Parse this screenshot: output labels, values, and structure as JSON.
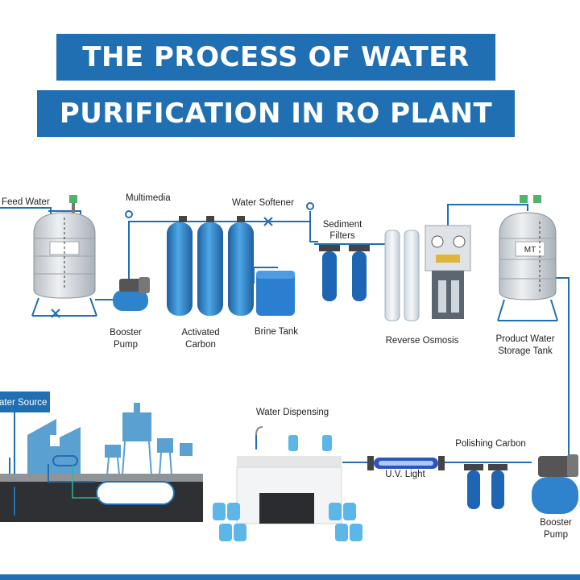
{
  "title": {
    "line1": "THE PROCESS OF WATER",
    "line2": "PURIFICATION IN RO PLANT"
  },
  "labels": {
    "feed_water": "Feed Water",
    "multimedia": "Multimedia",
    "water_softener": "Water Softener",
    "sediment_filters_1": "Sediment",
    "sediment_filters_2": "Filters",
    "booster_pump_top_1": "Booster",
    "booster_pump_top_2": "Pump",
    "activated_carbon_1": "Activated",
    "activated_carbon_2": "Carbon",
    "brine_tank": "Brine Tank",
    "reverse_osmosis": "Reverse Osmosis",
    "product_water_1": "Product Water",
    "product_water_2": "Storage Tank",
    "tank_tag": "MT",
    "water_source": "ater Source",
    "water_dispensing": "Water Dispensing",
    "uv_light": "U.V. Light",
    "polishing_carbon": "Polishing Carbon",
    "booster_pump_bottom_1": "Booster",
    "booster_pump_bottom_2": "Pump"
  },
  "colors": {
    "brand_blue": "#1f6fb2",
    "pipe": "#1f6fb2",
    "vessel": "#3a93d8",
    "tank_steel": "#d7dbe0",
    "ground": "#2b2b2b",
    "plant_blue": "#5aa0d0"
  }
}
